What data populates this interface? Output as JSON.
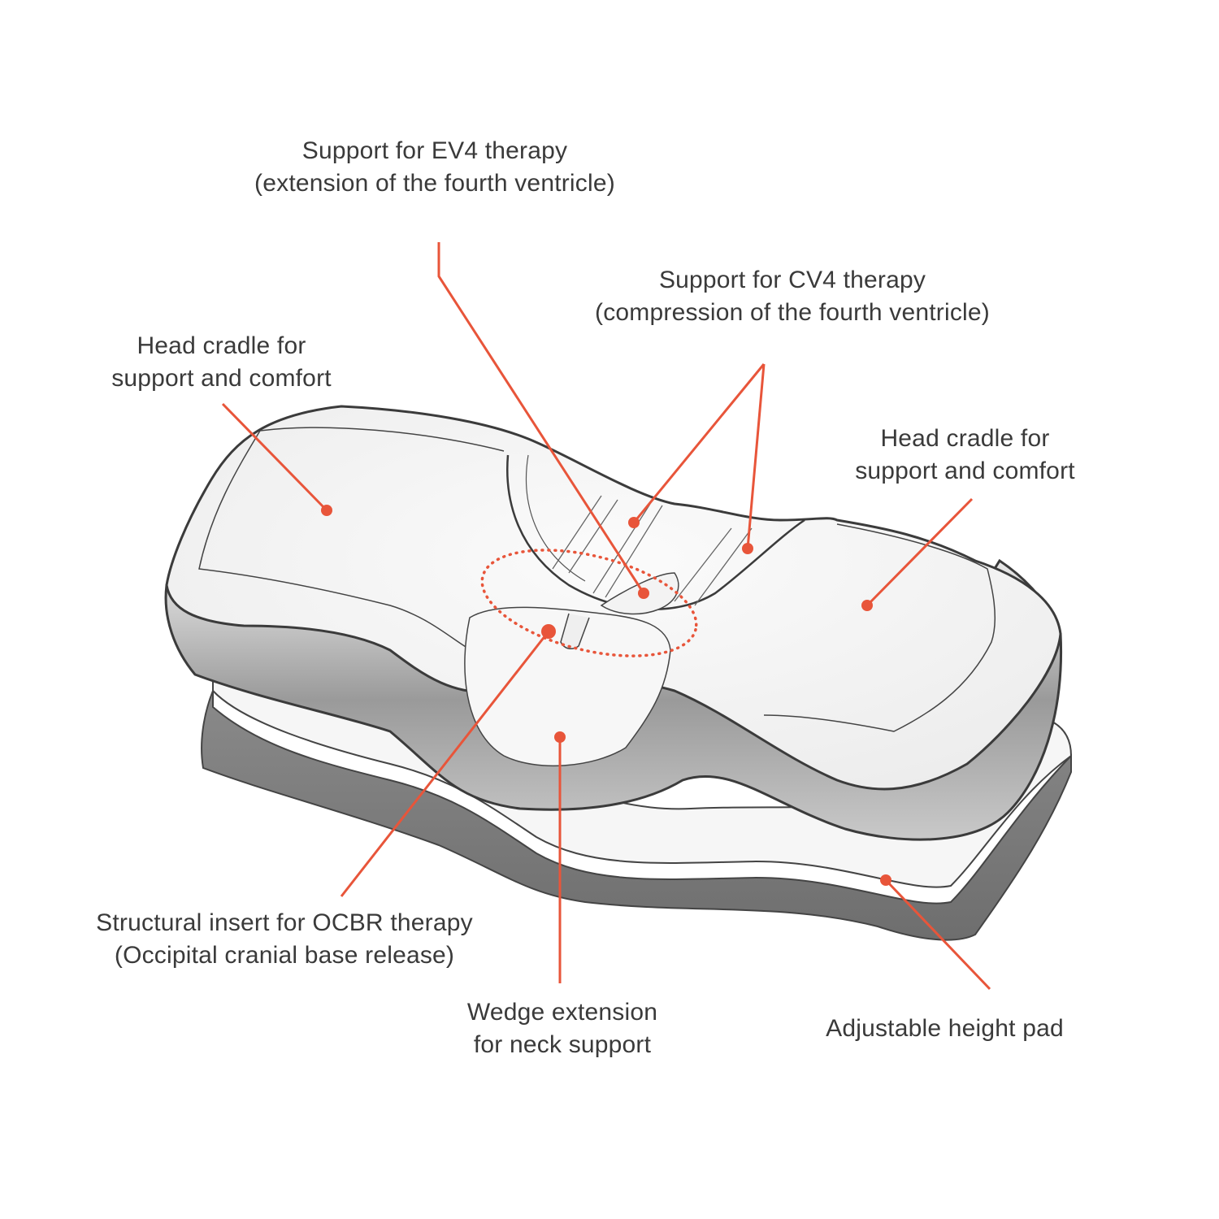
{
  "diagram": {
    "subject": "Cervical pillow with adjustable height pad",
    "accent_color": "#e8553a",
    "outline_color": "#3b3b3b",
    "labels": [
      {
        "id": "ev4",
        "line1": "Support for EV4 therapy",
        "line2": "(extension of the fourth ventricle)"
      },
      {
        "id": "cv4",
        "line1": "Support for CV4 therapy",
        "line2": "(compression of the fourth ventricle)"
      },
      {
        "id": "head-cradle-left",
        "line1": "Head cradle for",
        "line2": "support and comfort"
      },
      {
        "id": "head-cradle-right",
        "line1": "Head cradle for",
        "line2": "support and comfort"
      },
      {
        "id": "ocbr",
        "line1": "Structural insert for OCBR therapy",
        "line2": "(Occipital cranial base release)"
      },
      {
        "id": "wedge",
        "line1": "Wedge extension",
        "line2": "for neck support"
      },
      {
        "id": "height-pad",
        "line1": "Adjustable height pad",
        "line2": ""
      }
    ]
  }
}
